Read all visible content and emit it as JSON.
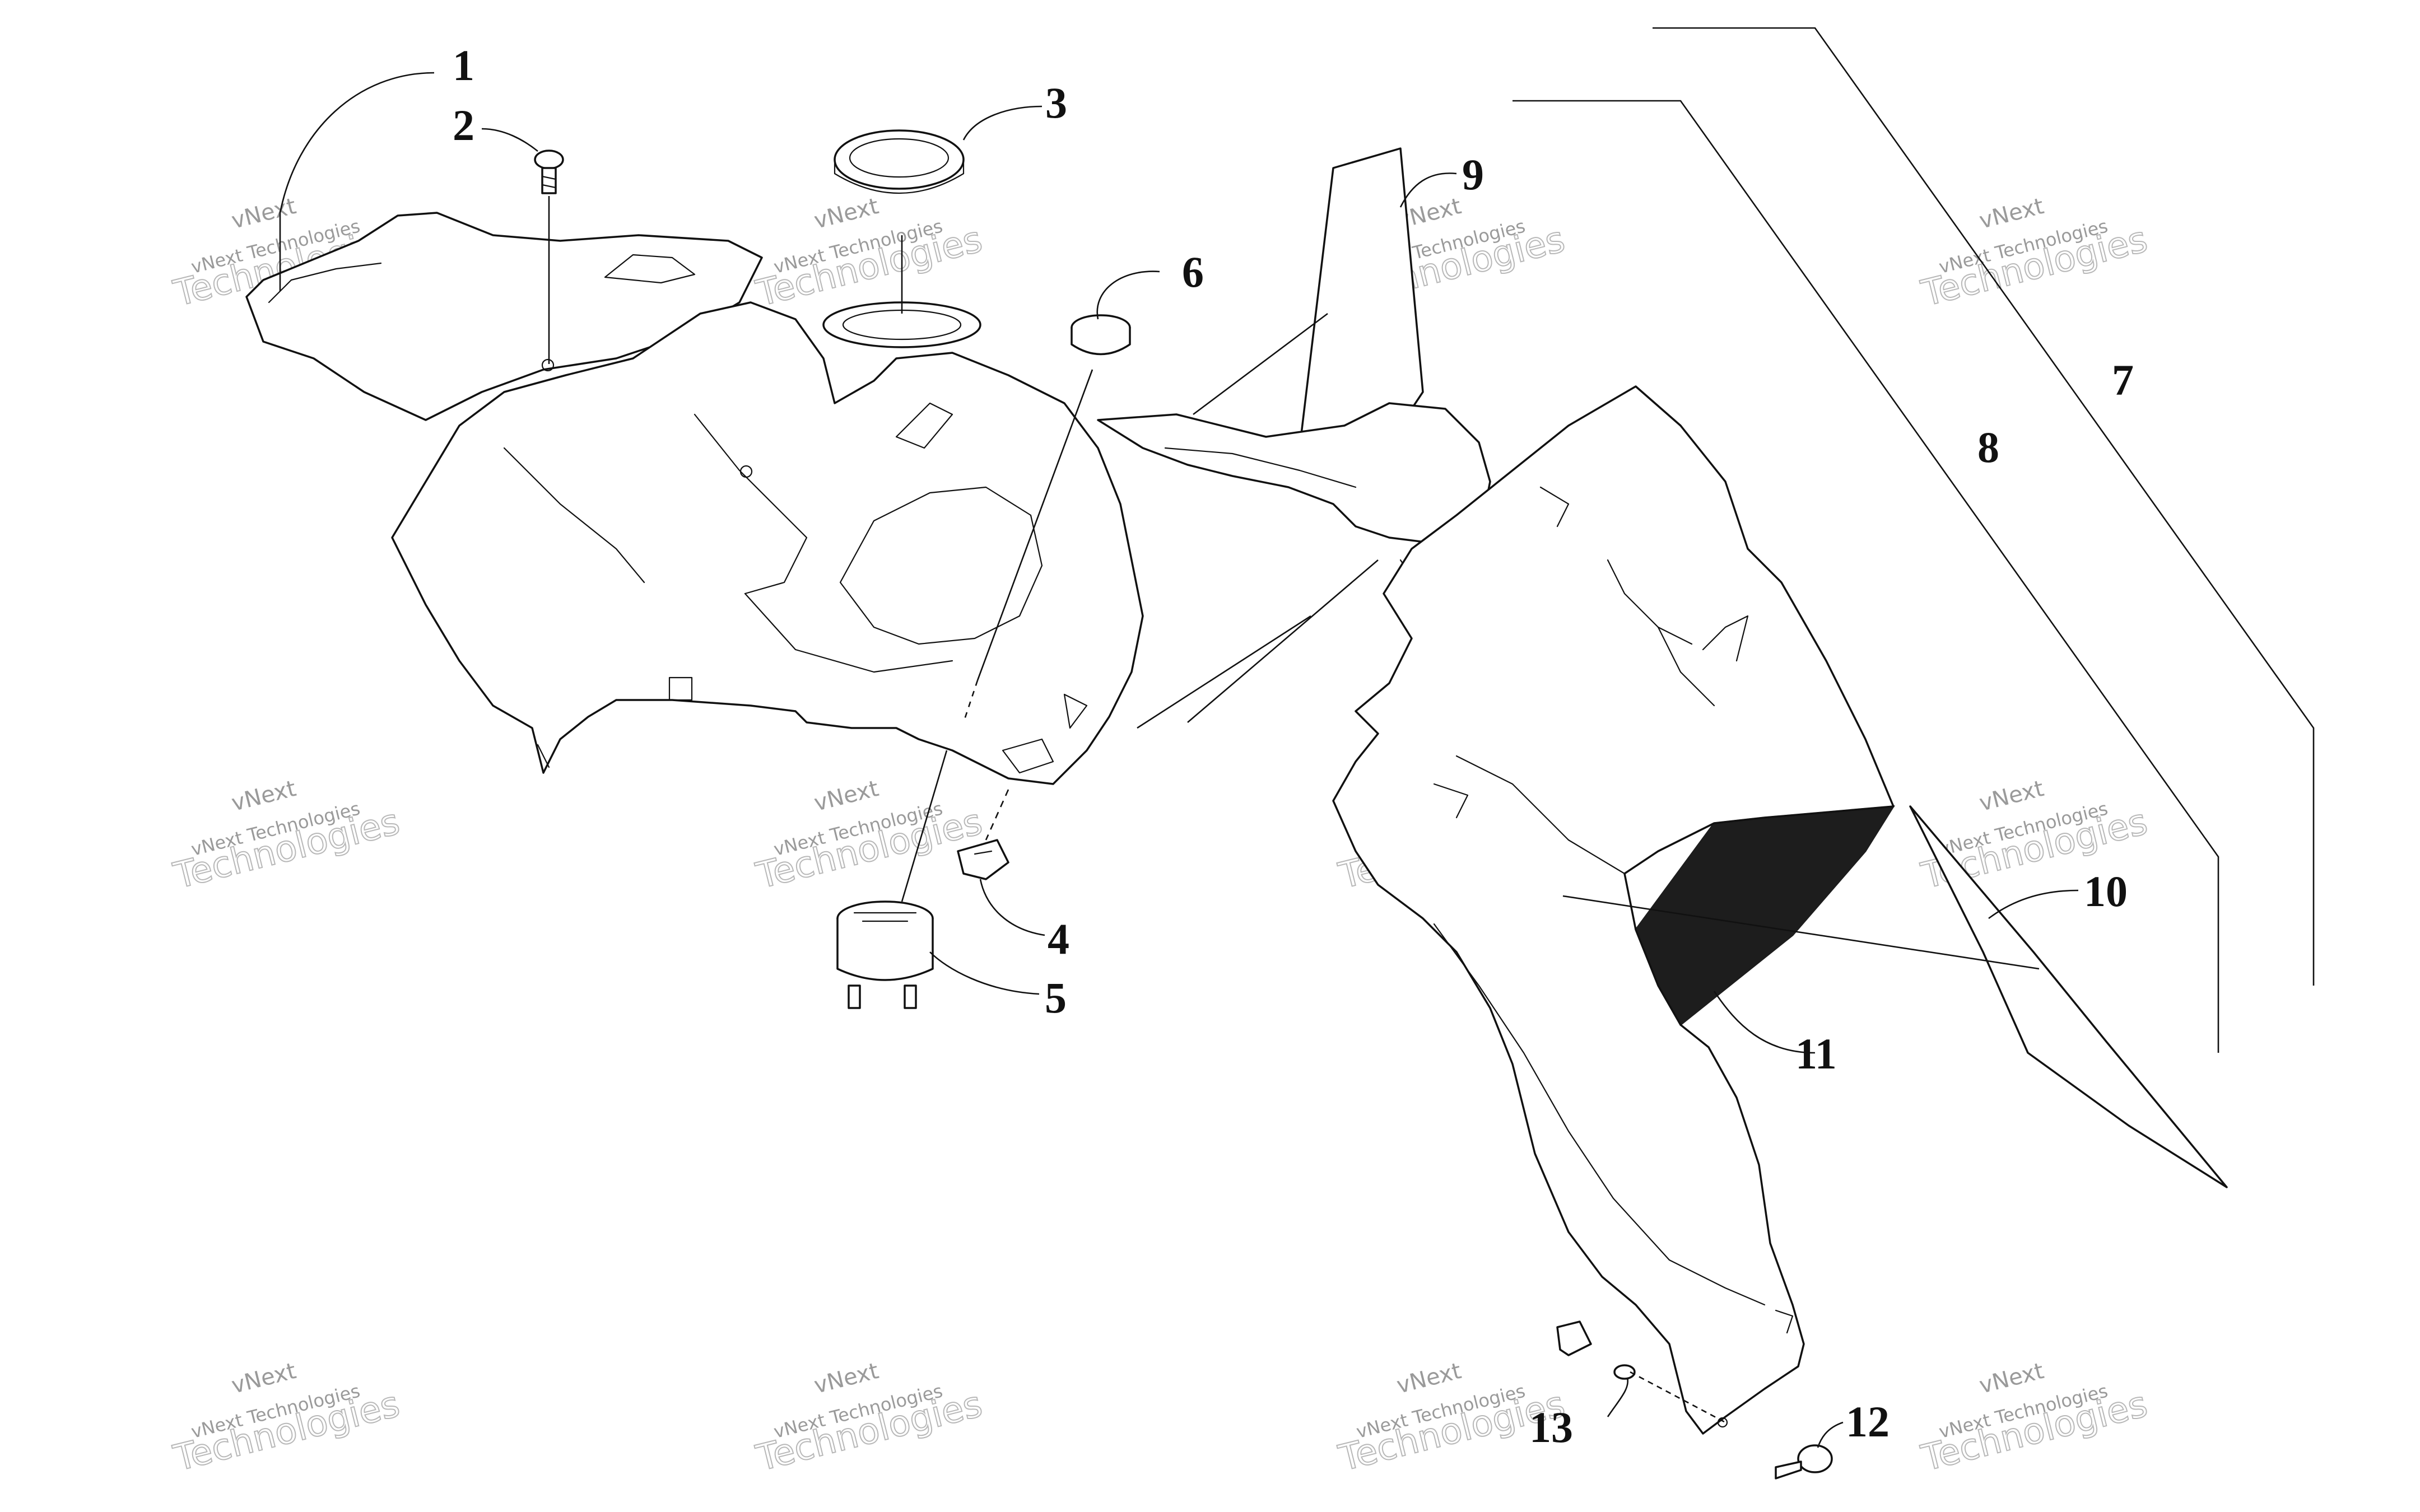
{
  "callouts": [
    "1",
    "2",
    "3",
    "4",
    "5",
    "6",
    "7",
    "8",
    "9",
    "10",
    "11",
    "12",
    "13"
  ],
  "watermark": {
    "line1": "vNext",
    "line2": "vNext Technologies",
    "line3": "Technologies"
  },
  "colors": {
    "ink": "#111111",
    "watermark": "#9a9a9a",
    "background": "#ffffff"
  }
}
